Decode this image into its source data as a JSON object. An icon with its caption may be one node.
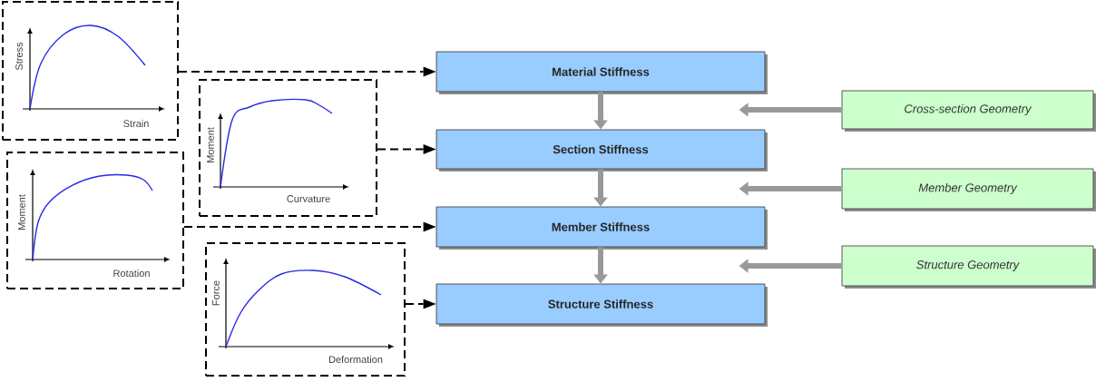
{
  "diagram": {
    "nodes": [
      {
        "text": [
          "Stress",
          "Strain"
        ]
      },
      {
        "text": [
          "Moment",
          "Curvature"
        ]
      },
      {
        "text": [
          "Moment",
          "Rotation"
        ]
      },
      {
        "text": [
          "Force",
          "Deformation"
        ]
      },
      {
        "text": [
          "Material Stiffness"
        ]
      },
      {
        "text": [
          "Section Stiffness"
        ]
      },
      {
        "text": [
          "Member Stiffness"
        ]
      },
      {
        "text": [
          "Structure Stiffness"
        ]
      },
      {
        "text": [
          "Cross-section Geometry"
        ]
      },
      {
        "text": [
          "Member Geometry"
        ]
      },
      {
        "text": [
          "Structure Geometry"
        ]
      }
    ],
    "edges": [
      {
        "from": 0,
        "to": 4,
        "arrow": "to",
        "style": "dashed",
        "color": "#000000"
      },
      {
        "from": 1,
        "to": 5,
        "arrow": "to",
        "style": "dashed",
        "color": "#000000"
      },
      {
        "from": 2,
        "to": 6,
        "arrow": "to",
        "style": "dashed",
        "color": "#000000"
      },
      {
        "from": 3,
        "to": 7,
        "arrow": "to",
        "style": "dashed",
        "color": "#000000"
      },
      {
        "from": 4,
        "to": 5,
        "arrow": "to"
      },
      {
        "from": 5,
        "to": 6,
        "arrow": "to"
      },
      {
        "from": 6,
        "to": 7,
        "arrow": "to"
      },
      {
        "from": 8,
        "to": null,
        "arrow": "to"
      },
      {
        "from": 9,
        "to": null,
        "arrow": "to"
      },
      {
        "from": 10,
        "to": null,
        "arrow": "to"
      }
    ]
  }
}
